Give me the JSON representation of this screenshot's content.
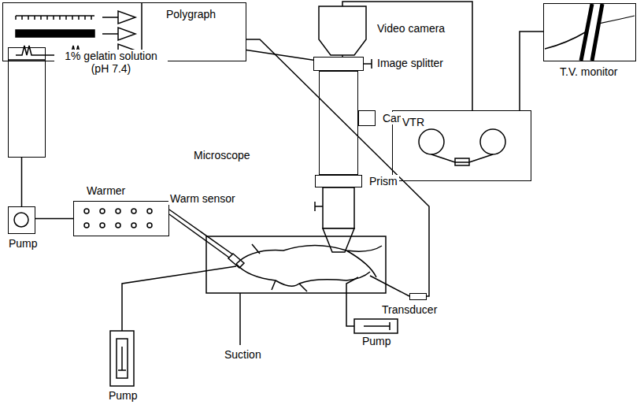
{
  "diagram": {
    "nodes": [
      {
        "text": [
          "Polygraph"
        ]
      },
      {
        "text": [
          "T.V. monitor"
        ]
      },
      {
        "text": [
          "Video camera"
        ]
      },
      {
        "text": [
          "Image splitter"
        ]
      },
      {
        "text": [
          "Camera"
        ]
      },
      {
        "text": [
          "Microscope"
        ]
      },
      {
        "text": [
          "Prism"
        ]
      },
      {
        "text": [
          "VTR"
        ]
      },
      {
        "text": [
          "1% gelatin solution (pH 7.4)"
        ]
      },
      {
        "text": [
          "Pump"
        ]
      },
      {
        "text": [
          "Warmer"
        ]
      },
      {
        "text": [
          "Pump"
        ]
      },
      {
        "text": [
          "Pump"
        ]
      },
      {
        "text": [
          "Transducer"
        ]
      }
    ],
    "edges": [
      {
        "from": 8,
        "to": 9,
        "arrow": "none"
      },
      {
        "from": 9,
        "to": 10,
        "arrow": "none"
      },
      {
        "from": 0,
        "to": 3,
        "arrow": "none"
      },
      {
        "from": 0,
        "to": 13,
        "arrow": "none"
      },
      {
        "from": 2,
        "to": 7,
        "arrow": "none"
      },
      {
        "from": 7,
        "to": 1,
        "arrow": "none"
      }
    ],
    "labels": [
      "Warm sensor",
      "Suction"
    ]
  }
}
